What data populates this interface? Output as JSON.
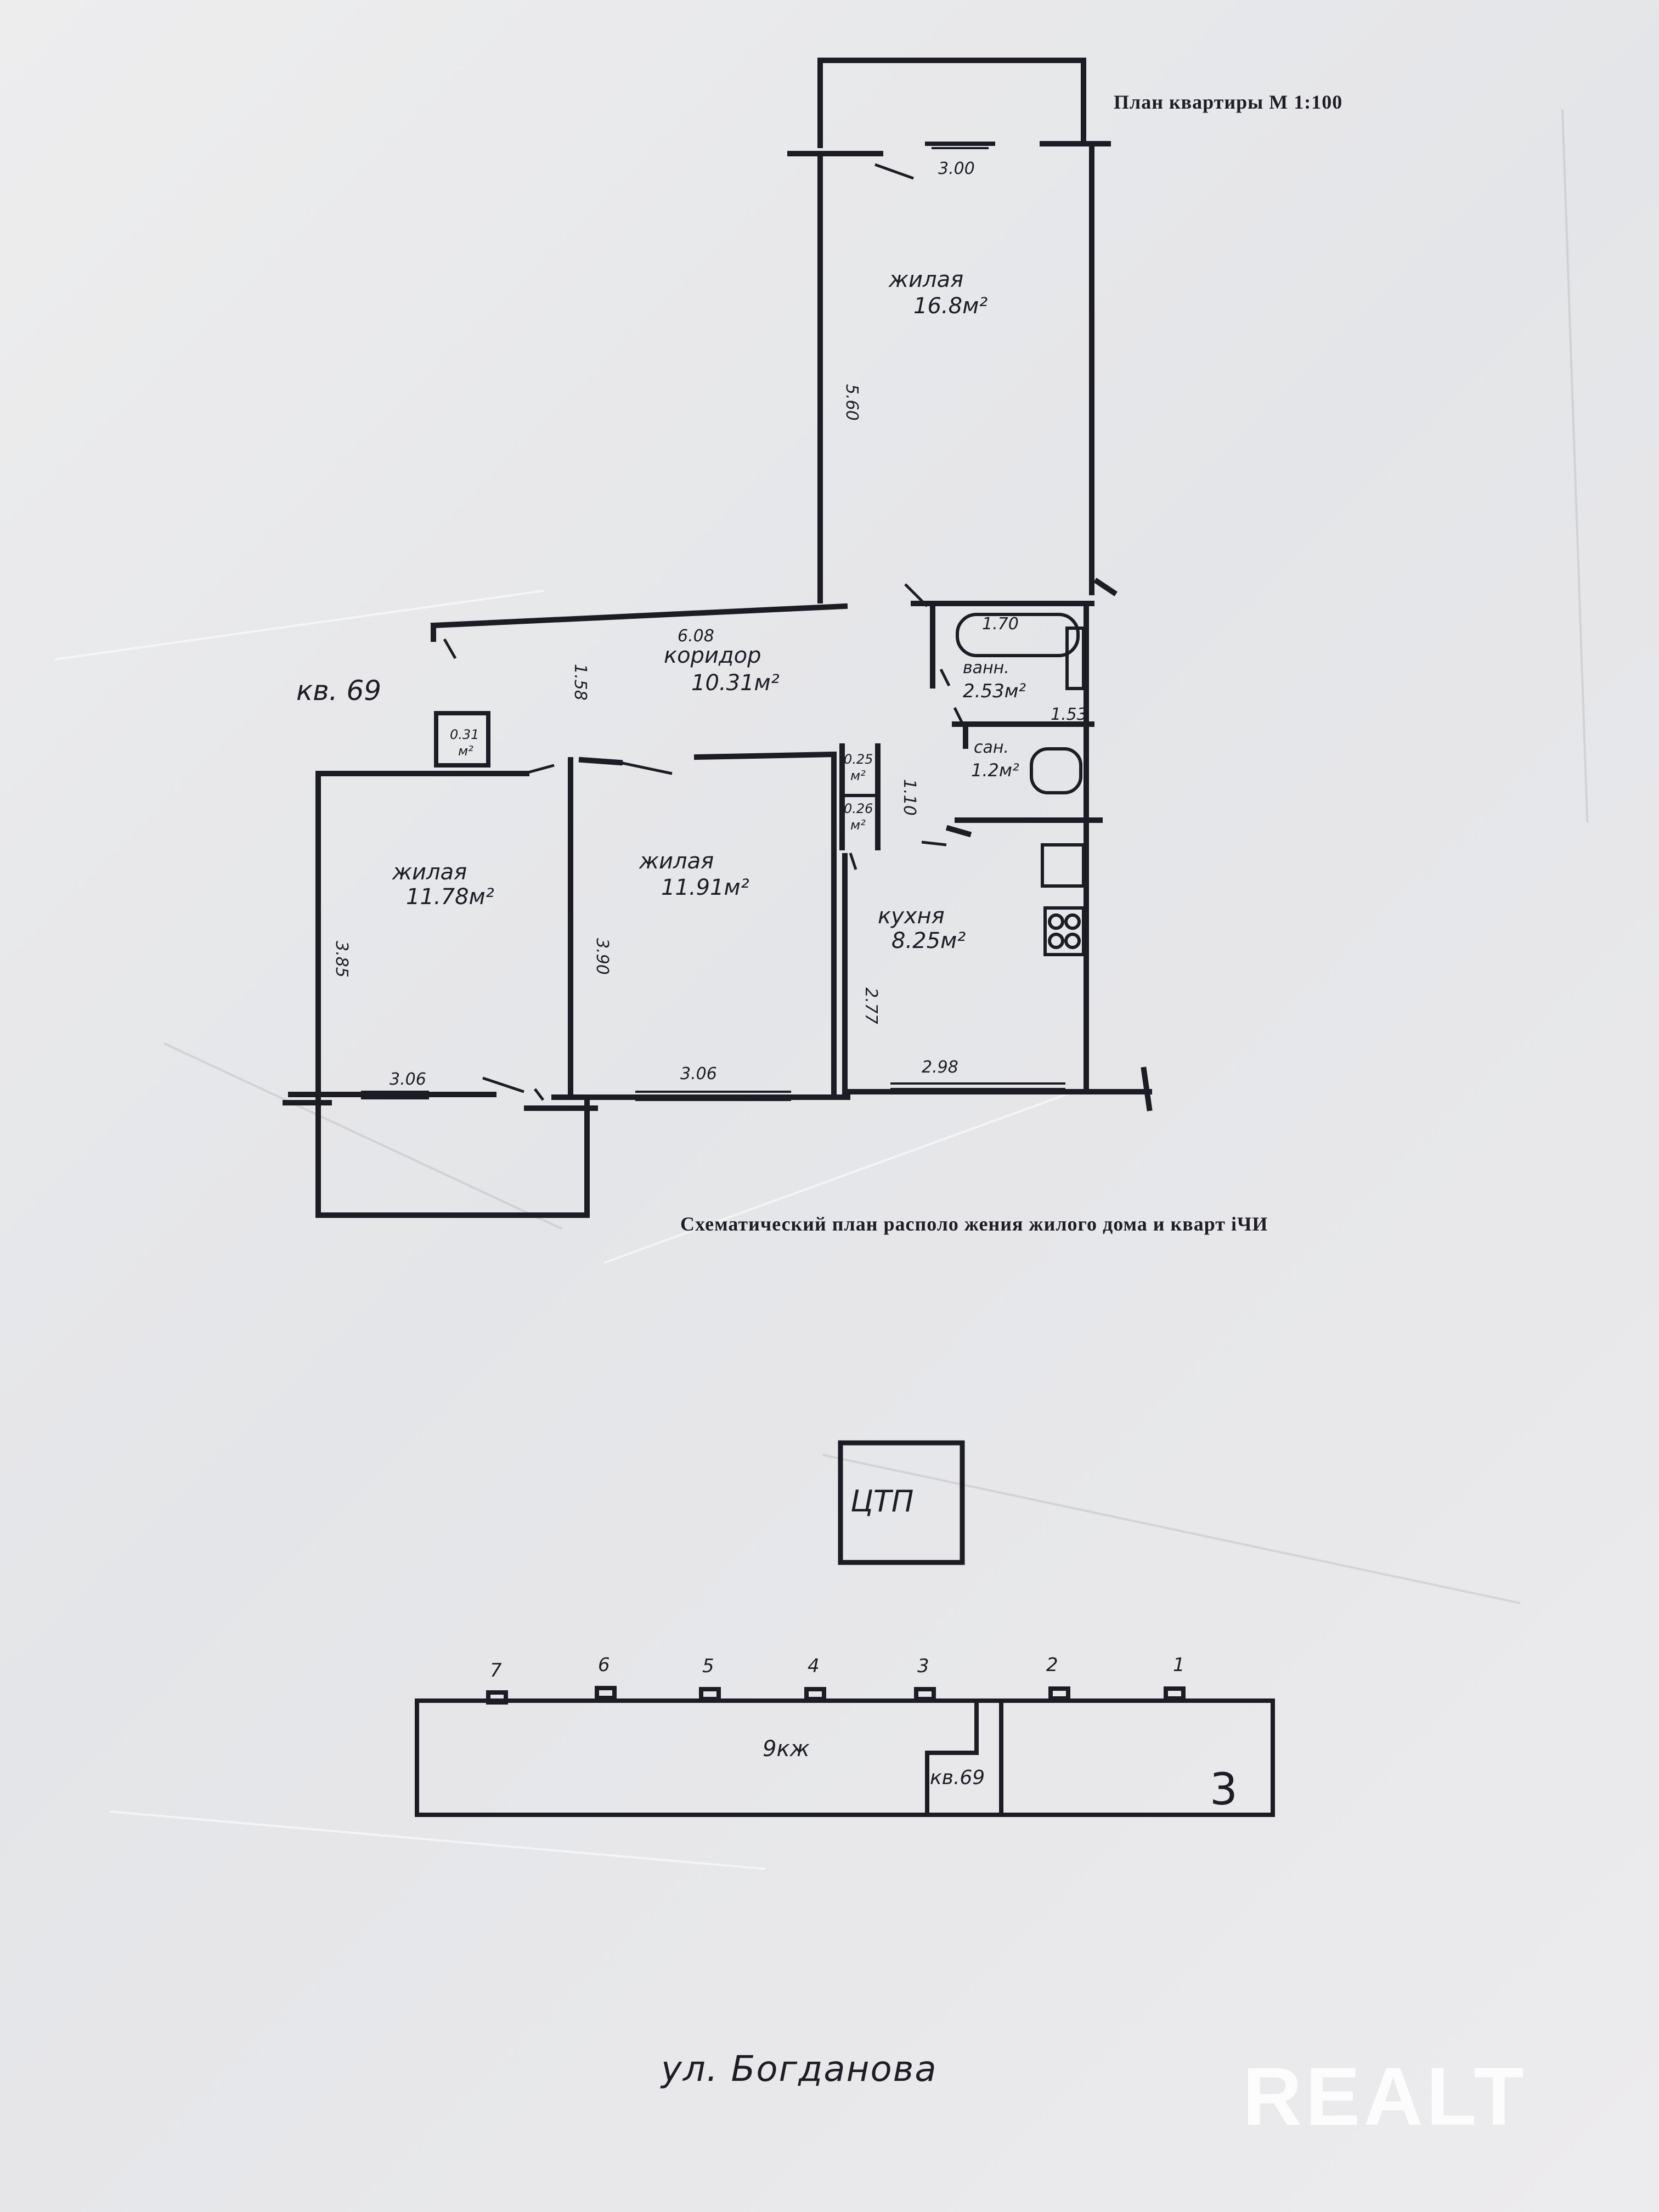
{
  "header": {
    "plan_title": "План квартиры М 1:100",
    "scheme_title": "Схематический план располо жения жилого дома и кварт іЧИ"
  },
  "apartment": {
    "label": "кв. 69",
    "rooms": {
      "living_top": {
        "name": "жилая",
        "area": "16.8м²"
      },
      "corridor": {
        "name": "коридор",
        "area": "10.31м²"
      },
      "bath": {
        "name": "ванн.",
        "area": "2.53м²"
      },
      "toilet": {
        "name": "сан.",
        "area": "1.2м²"
      },
      "closet1": {
        "area_a": "0.31",
        "area_b": "м²"
      },
      "closet2": {
        "area_a": "0.25",
        "area_b": "м²"
      },
      "closet3": {
        "area_a": "0.26",
        "area_b": "м²"
      },
      "living_left": {
        "name": "жилая",
        "area": "11.78м²"
      },
      "living_mid": {
        "name": "жилая",
        "area": "11.91м²"
      },
      "kitchen": {
        "name": "кухня",
        "area": "8.25м²"
      }
    },
    "dimensions": {
      "top_width": "3.00",
      "top_length": "5.60",
      "corridor_length": "6.08",
      "corridor_width": "1.58",
      "bath_width": "1.70",
      "bath_depth": "1.53",
      "closet_depth": "1.10",
      "left_length": "3.85",
      "left_width": "3.06",
      "mid_length": "3.90",
      "mid_width": "3.06",
      "kitchen_length": "2.77",
      "kitchen_width": "2.98"
    }
  },
  "site": {
    "ctp_label": "ЦТП",
    "building_label": "9кж",
    "apt_marker": "кв.69",
    "section_number": "3",
    "entrances": [
      "7",
      "6",
      "5",
      "4",
      "3",
      "2",
      "1"
    ],
    "street": "ул. Богданова"
  },
  "watermark": "REALT"
}
